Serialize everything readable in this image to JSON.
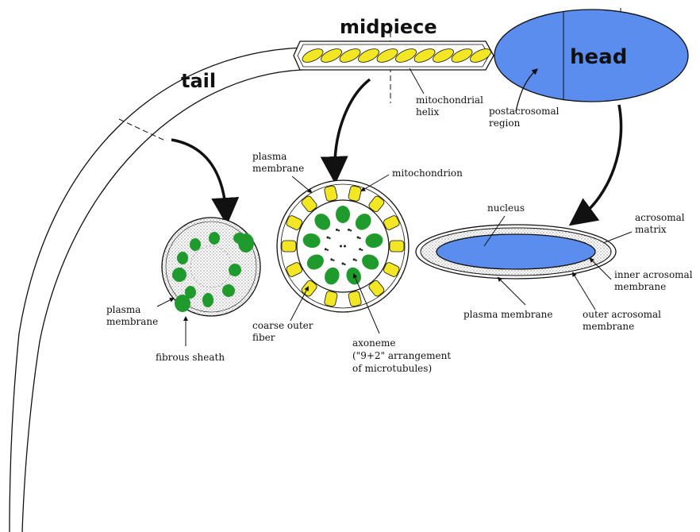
{
  "labels": {
    "midpiece": "midpiece",
    "tail": "tail",
    "head": "head",
    "mitochondrial_helix": [
      "mitochondrial",
      "helix"
    ],
    "postacrosomal_region": [
      "postacrosomal",
      "region"
    ],
    "plasma_membrane_mid": [
      "plasma",
      "membrane"
    ],
    "mitochondrion": "mitochondrion",
    "nucleus": "nucleus",
    "acrosomal_matrix": [
      "acrosomal",
      "matrix"
    ],
    "inner_acrosomal_membrane": [
      "inner acrosomal",
      "membrane"
    ],
    "outer_acrosomal_membrane": [
      "outer acrosomal",
      "membrane"
    ],
    "plasma_membrane_head": "plasma membrane",
    "plasma_membrane_tail": [
      "plasma",
      "membrane"
    ],
    "fibrous_sheath": "fibrous sheath",
    "coarse_outer_fiber": [
      "coarse outer",
      "fiber"
    ],
    "axoneme": [
      "axoneme",
      "(\"9+2\" arrangement",
      "of microtubules)"
    ]
  },
  "colors": {
    "head_fill": "#5b8def",
    "mitochondria_fill": "#f3e624",
    "fiber_fill": "#1f9a2c",
    "stroke": "#111111"
  }
}
